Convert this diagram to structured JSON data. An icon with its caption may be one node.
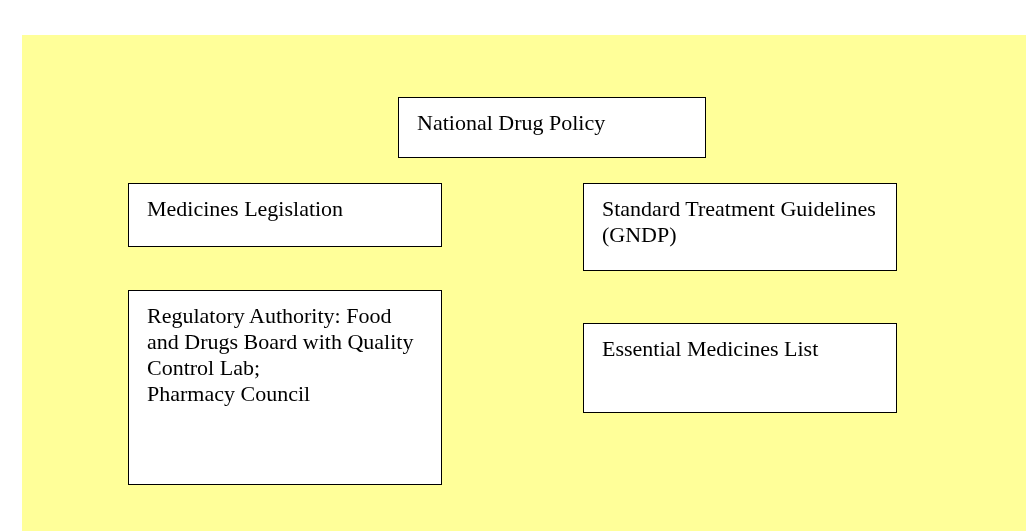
{
  "diagram": {
    "nodes": [
      {
        "text": [
          "National Drug Policy"
        ]
      },
      {
        "text": [
          "Medicines Legislation"
        ]
      },
      {
        "text": [
          "Standard Treatment Guidelines (GNDP)"
        ]
      },
      {
        "text": [
          "Regulatory Authority: Food and Drugs Board with Quality Control Lab;",
          "Pharmacy Council"
        ]
      },
      {
        "text": [
          "Essential Medicines List"
        ]
      }
    ],
    "edges": []
  }
}
